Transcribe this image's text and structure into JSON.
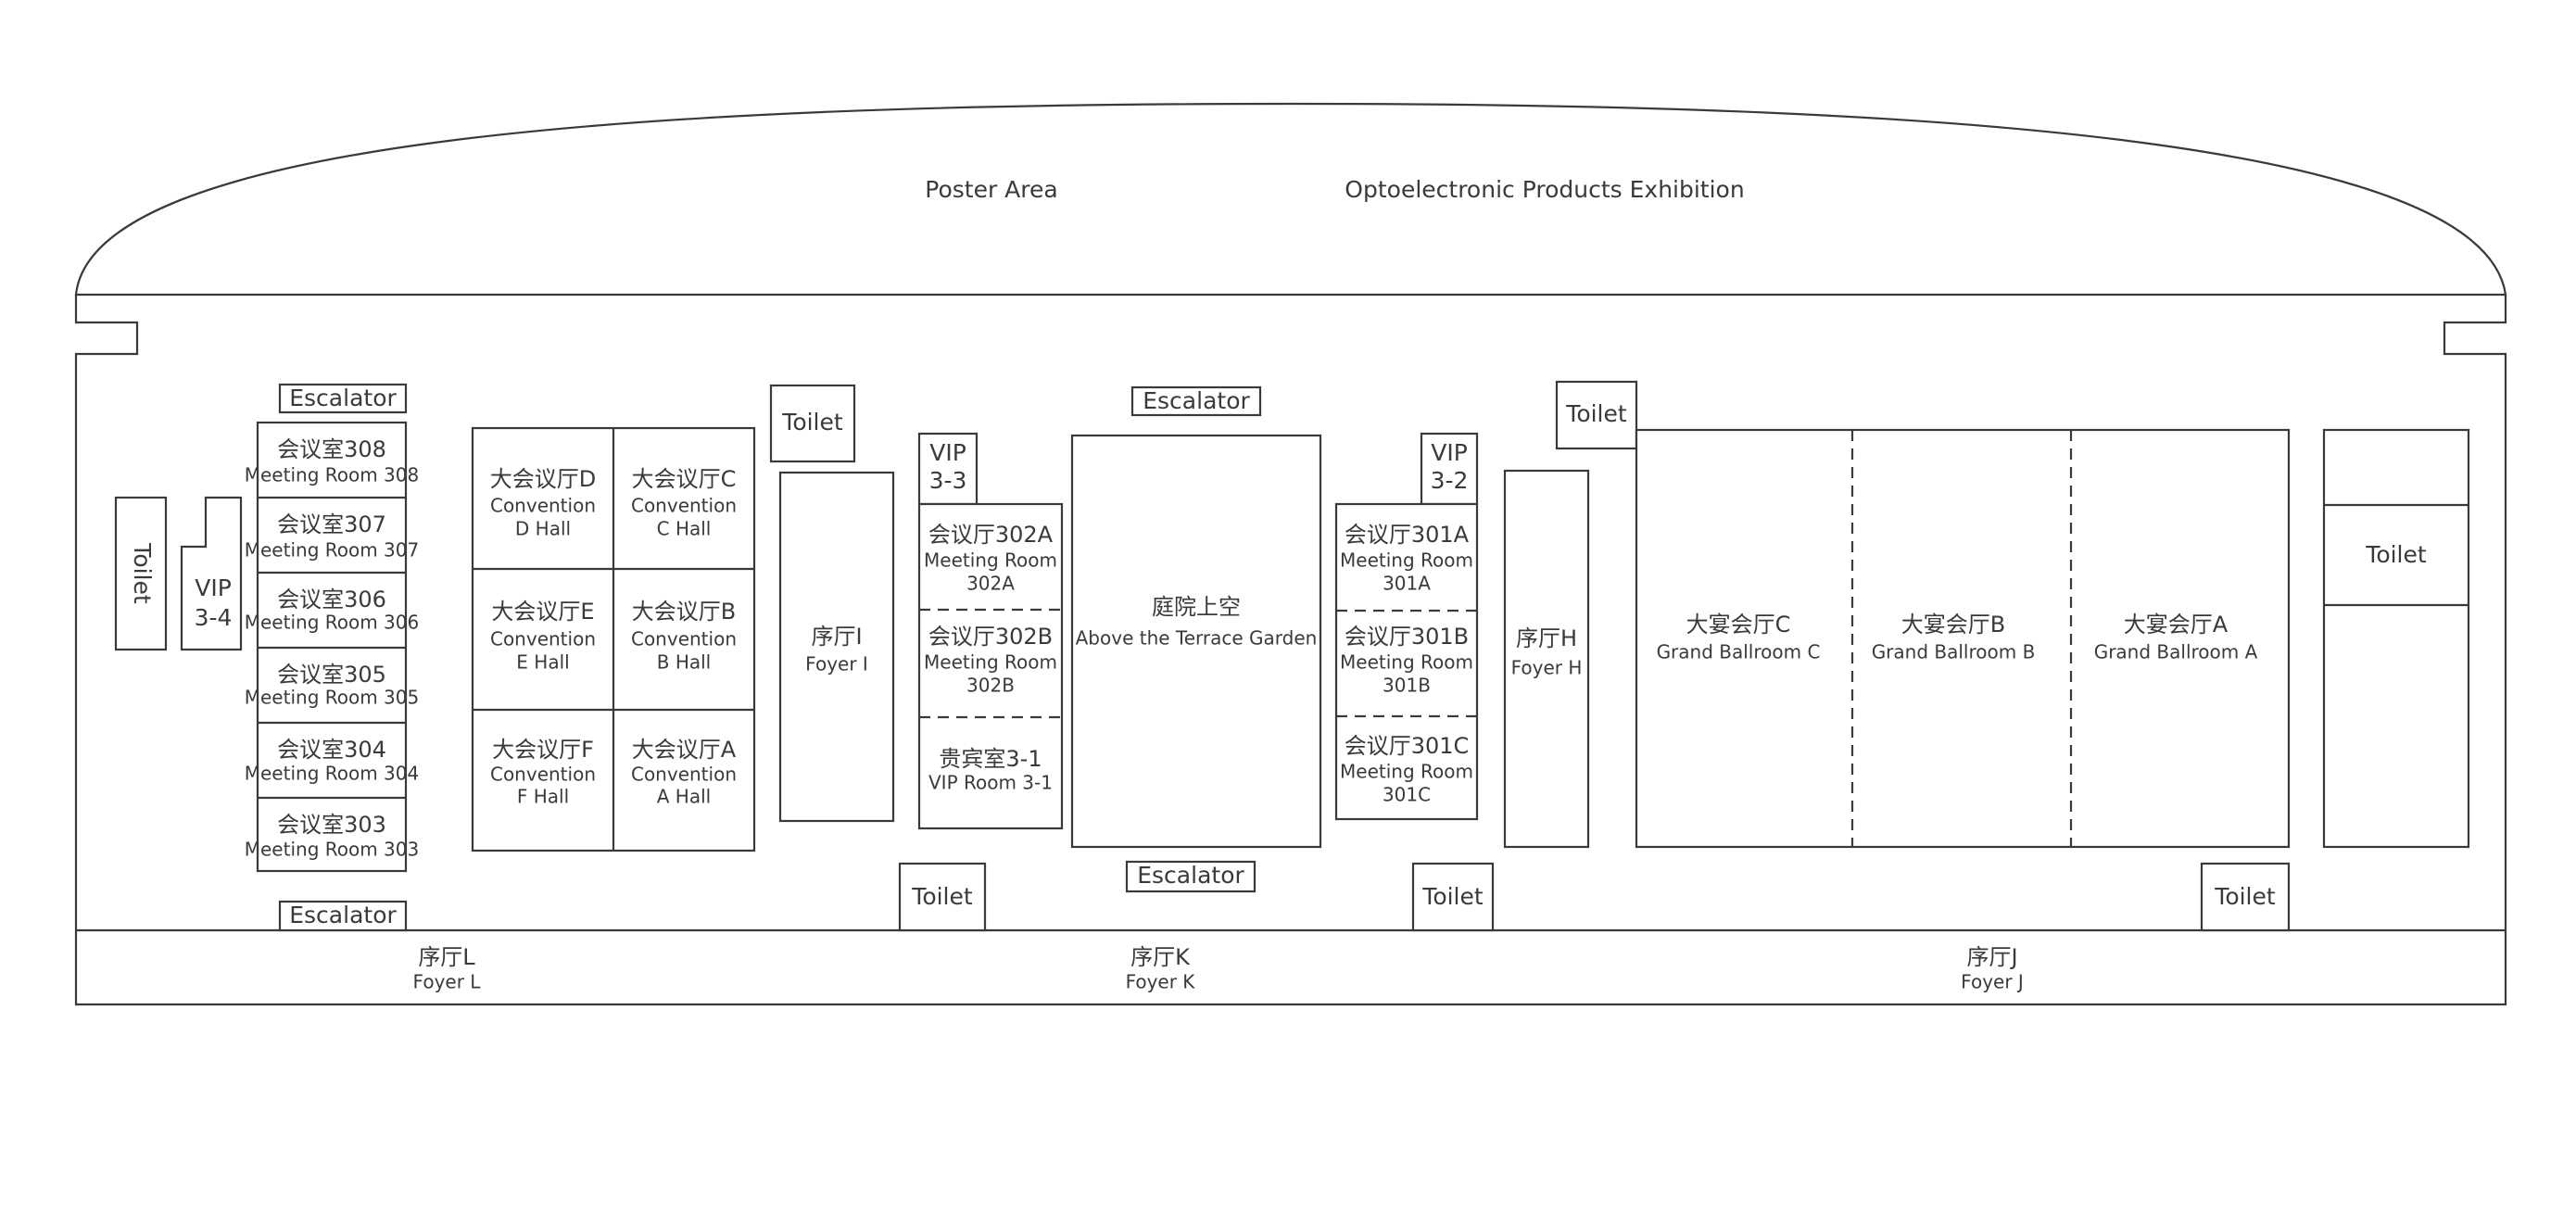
{
  "areas": {
    "poster_area": "Poster Area",
    "optoelectronic": "Optoelectronic Products Exhibition",
    "terrace": {
      "cn": "庭院上空",
      "en": "Above the Terrace Garden"
    }
  },
  "facilities": {
    "escalator": "Escalator",
    "toilet": "Toilet"
  },
  "vip": {
    "v34": {
      "l1": "VIP",
      "l2": "3-4"
    },
    "v33": {
      "l1": "VIP",
      "l2": "3-3"
    },
    "v32": {
      "l1": "VIP",
      "l2": "3-2"
    }
  },
  "meeting_rooms": {
    "r308": {
      "cn": "会议室308",
      "en": "Meeting Room 308"
    },
    "r307": {
      "cn": "会议室307",
      "en": "Meeting Room 307"
    },
    "r306": {
      "cn": "会议室306",
      "en": "Meeting Room 306"
    },
    "r305": {
      "cn": "会议室305",
      "en": "Meeting Room 305"
    },
    "r304": {
      "cn": "会议室304",
      "en": "Meeting Room 304"
    },
    "r303": {
      "cn": "会议室303",
      "en": "Meeting Room 303"
    }
  },
  "convention_halls": {
    "d": {
      "cn": "大会议厅D",
      "en1": "Convention",
      "en2": "D Hall"
    },
    "c": {
      "cn": "大会议厅C",
      "en1": "Convention",
      "en2": "C Hall"
    },
    "e": {
      "cn": "大会议厅E",
      "en1": "Convention",
      "en2": "E Hall"
    },
    "b": {
      "cn": "大会议厅B",
      "en1": "Convention",
      "en2": "B Hall"
    },
    "f": {
      "cn": "大会议厅F",
      "en1": "Convention",
      "en2": "F Hall"
    },
    "a": {
      "cn": "大会议厅A",
      "en1": "Convention",
      "en2": "A Hall"
    }
  },
  "foyers": {
    "i": {
      "cn": "序厅I",
      "en": "Foyer I"
    },
    "h": {
      "cn": "序厅H",
      "en": "Foyer H"
    },
    "l": {
      "cn": "序厅L",
      "en": "Foyer L"
    },
    "k": {
      "cn": "序厅K",
      "en": "Foyer K"
    },
    "j": {
      "cn": "序厅J",
      "en": "Foyer J"
    }
  },
  "rooms302": {
    "a": {
      "cn": "会议厅302A",
      "en1": "Meeting Room",
      "en2": "302A"
    },
    "b": {
      "cn": "会议厅302B",
      "en1": "Meeting Room",
      "en2": "302B"
    },
    "vip31": {
      "cn": "贵宾室3-1",
      "en": "VIP Room 3-1"
    }
  },
  "rooms301": {
    "a": {
      "cn": "会议厅301A",
      "en1": "Meeting Room",
      "en2": "301A"
    },
    "b": {
      "cn": "会议厅301B",
      "en1": "Meeting Room",
      "en2": "301B"
    },
    "c": {
      "cn": "会议厅301C",
      "en1": "Meeting Room",
      "en2": "301C"
    }
  },
  "ballrooms": {
    "c": {
      "cn": "大宴会厅C",
      "en": "Grand Ballroom C"
    },
    "b": {
      "cn": "大宴会厅B",
      "en": "Grand Ballroom B"
    },
    "a": {
      "cn": "大宴会厅A",
      "en": "Grand Ballroom A"
    }
  }
}
